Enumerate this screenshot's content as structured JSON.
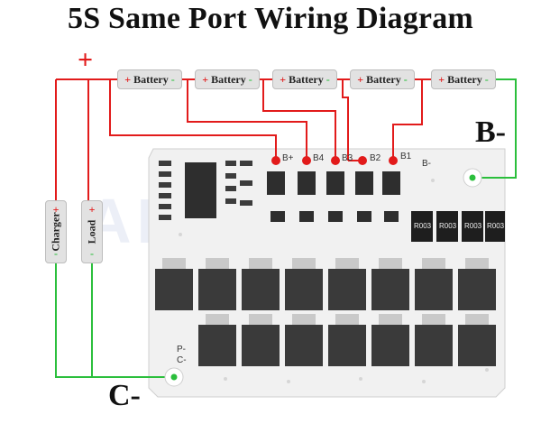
{
  "title": "5S Same Port Wiring Diagram",
  "watermark": "AIHUAM",
  "main_plus": "+",
  "terminal_b_minus": "B-",
  "terminal_c_minus": "C-",
  "batteries": [
    {
      "plus": "+",
      "label": "Battery",
      "minus": "-"
    },
    {
      "plus": "+",
      "label": "Battery",
      "minus": "-"
    },
    {
      "plus": "+",
      "label": "Battery",
      "minus": "-"
    },
    {
      "plus": "+",
      "label": "Battery",
      "minus": "-"
    },
    {
      "plus": "+",
      "label": "Battery",
      "minus": "-"
    }
  ],
  "charger": {
    "label": "Charger",
    "plus": "+",
    "minus": "-"
  },
  "load": {
    "label": "Load",
    "plus": "+",
    "minus": "-"
  },
  "board_labels": {
    "bplus": "B+",
    "b4": "B4",
    "b3": "B3",
    "b2": "B2",
    "b1": "B1",
    "bminus": "B-",
    "pminus": "P-",
    "cminus": "C-"
  },
  "resistors": [
    "R003",
    "R003",
    "R003",
    "R003"
  ],
  "colors": {
    "positive_wire": "#e21b1b",
    "negative_wire": "#2bbf3c",
    "board": "#f1f1f1",
    "mosfet": "#3a3a3a"
  }
}
